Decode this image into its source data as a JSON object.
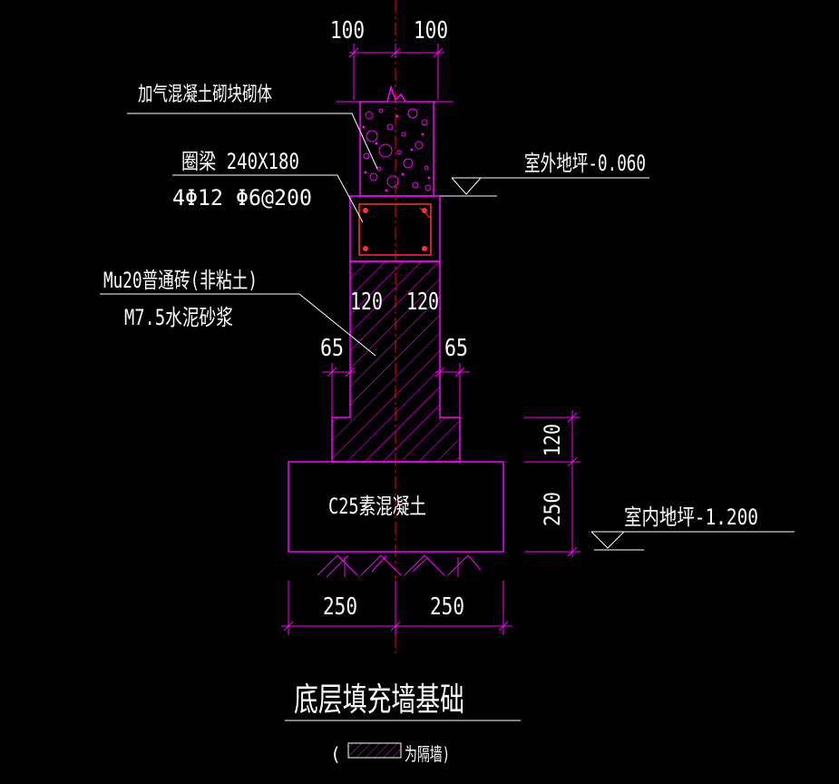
{
  "colors": {
    "background": "#000000",
    "wall_outline": "#ff00ff",
    "text": "#ffffff",
    "leader": "#ffffff",
    "center_line": "#ff0000",
    "rebar": "#ff3333"
  },
  "dimensions": {
    "top_left": "100",
    "top_right": "100",
    "wall_left": "120",
    "wall_right": "120",
    "step_left": "65",
    "step_right": "65",
    "right_upper": "120",
    "right_lower": "250",
    "bottom_left": "250",
    "bottom_right": "250"
  },
  "labels": {
    "aerated_block": "加气混凝土砌块砌体",
    "ring_beam": "圈梁 240X180",
    "ring_beam_rebar": "4Φ12 Φ6@200",
    "brick": "Mu20普通砖(非粘土)",
    "mortar": "M7.5水泥砂浆",
    "concrete": "C25素混凝土",
    "outdoor_level": "室外地坪-0.060",
    "indoor_level": "室内地坪-1.200",
    "title": "底层填充墙基础",
    "legend_prefix": "(",
    "legend_suffix": "为隔墙)"
  }
}
